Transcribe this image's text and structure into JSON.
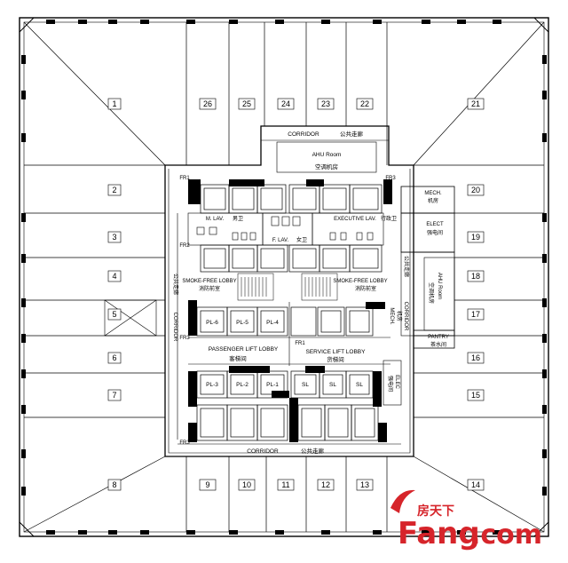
{
  "units": {
    "top": [
      "26",
      "25",
      "24",
      "23",
      "22"
    ],
    "top_left": "1",
    "top_right": "21",
    "left": [
      "2",
      "3",
      "4",
      "5",
      "6",
      "7"
    ],
    "right": [
      "20",
      "19",
      "18",
      "17",
      "16",
      "15"
    ],
    "bottom_left": "8",
    "bottom": [
      "9",
      "10",
      "11",
      "12",
      "13"
    ],
    "bottom_right": "14"
  },
  "labels": {
    "corridor_top": "CORRIDOR",
    "corridor_top_cn": "公共走廊",
    "ahu_room": "AHU Room",
    "ahu_room_cn": "空调机房",
    "m_lav": "M. LAV.",
    "m_lav_cn": "男卫",
    "f_lav": "F. LAV.",
    "f_lav_cn": "女卫",
    "exec_lav": "EXECUTIVE LAV.",
    "exec_lav_cn": "行政卫",
    "smoke_left": "SMOKE-FREE LOBBY",
    "smoke_left_cn": "消防前室",
    "smoke_right": "SMOKE-FREE LOBBY",
    "smoke_right_cn": "消防前室",
    "corridor_left": "CORRIDOR",
    "corridor_left_cn": "公共走廊",
    "corridor_right_cn": "公共走廊",
    "corridor_right": "CORRIDOR",
    "passenger_lobby": "PASSENGER LIFT LOBBY",
    "passenger_lobby_cn": "客梯间",
    "service_lobby": "SERVICE LIFT LOBBY",
    "service_lobby_cn": "货梯间",
    "corridor_bottom": "CORRIDOR",
    "corridor_bottom_cn": "公共走廊",
    "mech": "MECH.",
    "mech_cn": "机房",
    "elect": "ELECT",
    "elect_cn": "强电间",
    "ahu_right": "AHU Room",
    "ahu_right_cn": "空调机房",
    "mech_mid": "MECH.",
    "mech_mid_cn": "机房",
    "pantry": "PANTRY",
    "pantry_cn": "茶水间",
    "elec_low": "ELEC",
    "elec_low_cn": "强电间"
  },
  "lifts": {
    "passenger_upper": [
      "PL-6",
      "PL-5",
      "PL-4"
    ],
    "passenger_lower": [
      "PL-3",
      "PL-2",
      "PL-1"
    ],
    "service": [
      "SL",
      "SL",
      "SL"
    ]
  },
  "stairs": [
    "FR1",
    "FR3",
    "FR2",
    "FR3",
    "FR1",
    "FR3"
  ],
  "watermark": {
    "cn": "房天下",
    "brand": "Fang",
    "domain": ".com"
  }
}
